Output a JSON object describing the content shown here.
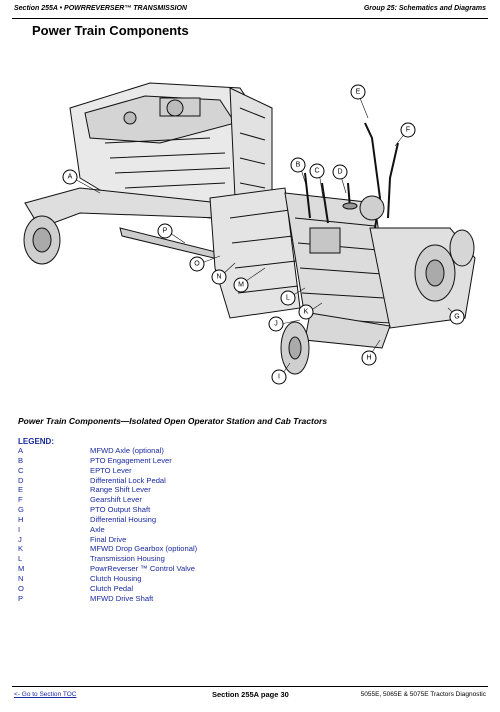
{
  "header": {
    "left": "Section 255A • POWRREVERSER™ TRANSMISSION",
    "right": "Group 25: Schematics and Diagrams"
  },
  "title": "Power Train Components",
  "figure": {
    "callouts": [
      "A",
      "B",
      "C",
      "D",
      "E",
      "F",
      "G",
      "H",
      "I",
      "J",
      "K",
      "L",
      "M",
      "N",
      "O",
      "P"
    ]
  },
  "caption": "Power Train Components—Isolated Open Operator Station and Cab Tractors",
  "legend": {
    "title": "LEGEND:",
    "items": [
      {
        "key": "A",
        "label": "MFWD Axle (optional)"
      },
      {
        "key": "B",
        "label": "PTO Engagement Lever"
      },
      {
        "key": "C",
        "label": "EPTO Lever"
      },
      {
        "key": "D",
        "label": "Differential Lock Pedal"
      },
      {
        "key": "E",
        "label": "Range Shift Lever"
      },
      {
        "key": "F",
        "label": "Gearshift Lever"
      },
      {
        "key": "G",
        "label": "PTO Output Shaft"
      },
      {
        "key": "H",
        "label": "Differential Housing"
      },
      {
        "key": "I",
        "label": "Axle"
      },
      {
        "key": "J",
        "label": "Final Drive"
      },
      {
        "key": "K",
        "label": "MFWD Drop Gearbox (optional)"
      },
      {
        "key": "L",
        "label": "Transmission Housing"
      },
      {
        "key": "M",
        "label": "PowrReverser ™ Control Valve"
      },
      {
        "key": "N",
        "label": "Clutch Housing"
      },
      {
        "key": "O",
        "label": "Clutch Pedal"
      },
      {
        "key": "P",
        "label": "MFWD Drive Shaft"
      }
    ]
  },
  "footer": {
    "left": "<- Go to Section TOC",
    "center": "Section 255A page 30",
    "right": "5055E, 5065E & 5075E Tractors Diagnostic"
  }
}
